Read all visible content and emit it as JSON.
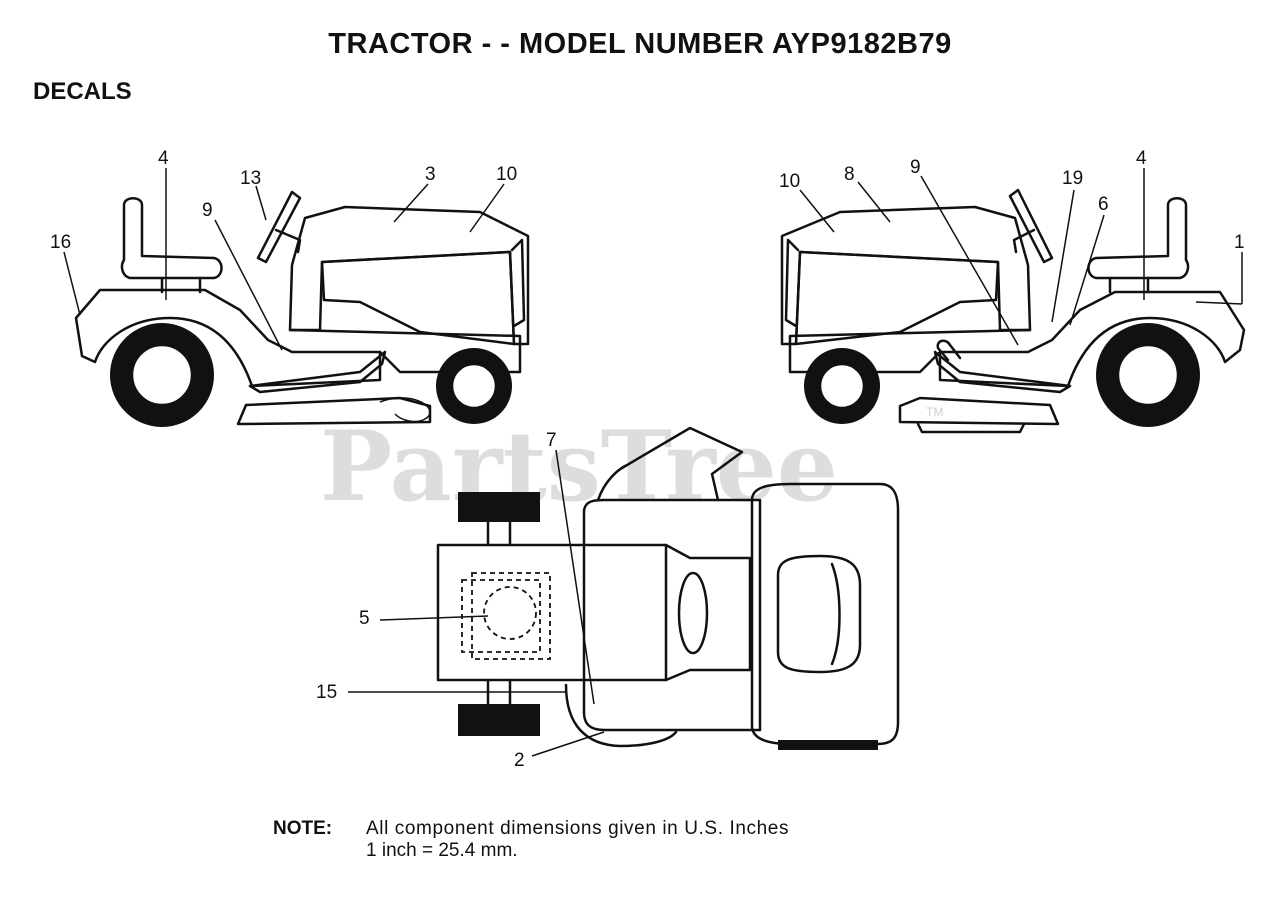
{
  "title": "TRACTOR - - MODEL NUMBER AYP9182B79",
  "section_heading": "DECALS",
  "watermark": "PartsTree",
  "watermark_tm": "TM",
  "callouts": {
    "left_view": [
      "16",
      "4",
      "13",
      "9",
      "3",
      "10"
    ],
    "right_view": [
      "10",
      "8",
      "9",
      "19",
      "4",
      "6",
      "1"
    ],
    "top_view": [
      "7",
      "5",
      "15",
      "2"
    ]
  },
  "note": {
    "label": "NOTE:",
    "line1": "All component dimensions given in U.S. Inches",
    "line2": "1 inch = 25.4 mm."
  }
}
